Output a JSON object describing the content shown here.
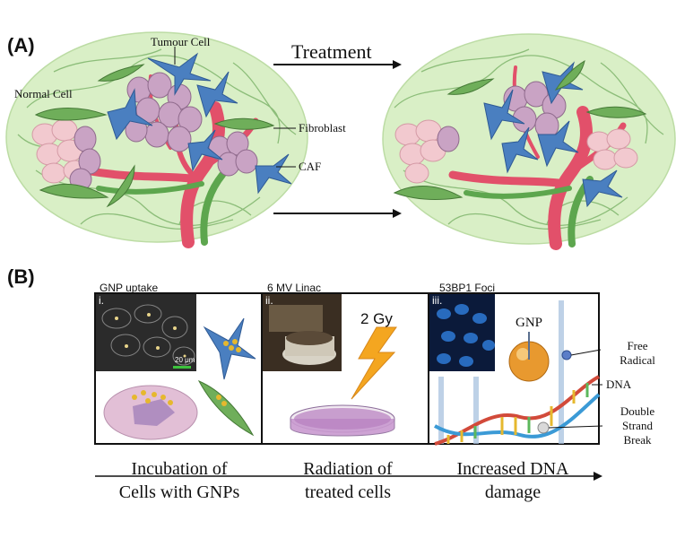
{
  "panel_a": {
    "label": "(A)",
    "treatment": "Treatment",
    "labels": {
      "tumour_cell": "Tumour Cell",
      "normal_cell": "Normal Cell",
      "fibroblast": "Fibroblast",
      "caf": "CAF"
    }
  },
  "panel_b": {
    "label": "(B)",
    "stage1": {
      "header": "GNP uptake",
      "roman": "i.",
      "scale": "20 μm",
      "caption_line1": "Incubation of",
      "caption_line2": "Cells with GNPs"
    },
    "stage2": {
      "header": "6 MV Linac",
      "roman": "ii.",
      "dose": "2 Gy",
      "caption_line1": "Radiation of",
      "caption_line2": "treated cells"
    },
    "stage3": {
      "header": "53BP1 Foci",
      "roman": "iii.",
      "gnp": "GNP",
      "free_radical_1": "Free",
      "free_radical_2": "Radical",
      "dna": "DNA",
      "dsb_1": "Double",
      "dsb_2": "Strand",
      "dsb_3": "Break",
      "caption_line1": "Increased DNA",
      "caption_line2": "damage"
    }
  },
  "colors": {
    "tissue": "#d9efc6",
    "vessel_red": "#e2506a",
    "vessel_green": "#5da64e",
    "tumour": "#c9a3c4",
    "normal": "#f2c9cf",
    "caf": "#4a7fc0",
    "fibroblast": "#6fae5a",
    "gold": "#e6b82e"
  }
}
